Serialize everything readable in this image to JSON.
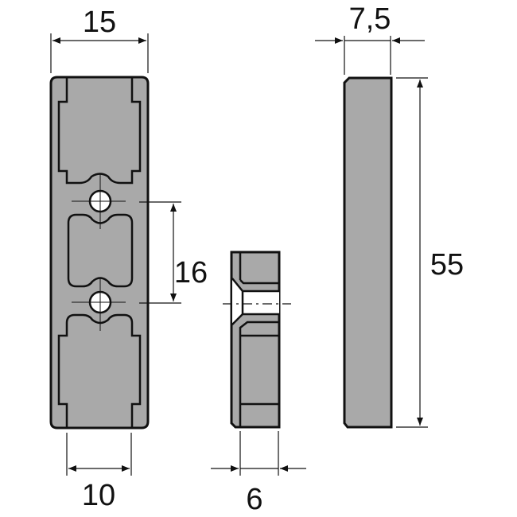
{
  "drawing": {
    "views": [
      "front-view",
      "side-section-view",
      "side-view"
    ],
    "fill_color": "#a9a9a9",
    "line_color": "#111111"
  },
  "dimensions": {
    "width_top": "15",
    "width_bottom": "10",
    "hole_spacing": "16",
    "thickness_side": "6",
    "thickness_top": "7,5",
    "height": "55"
  }
}
